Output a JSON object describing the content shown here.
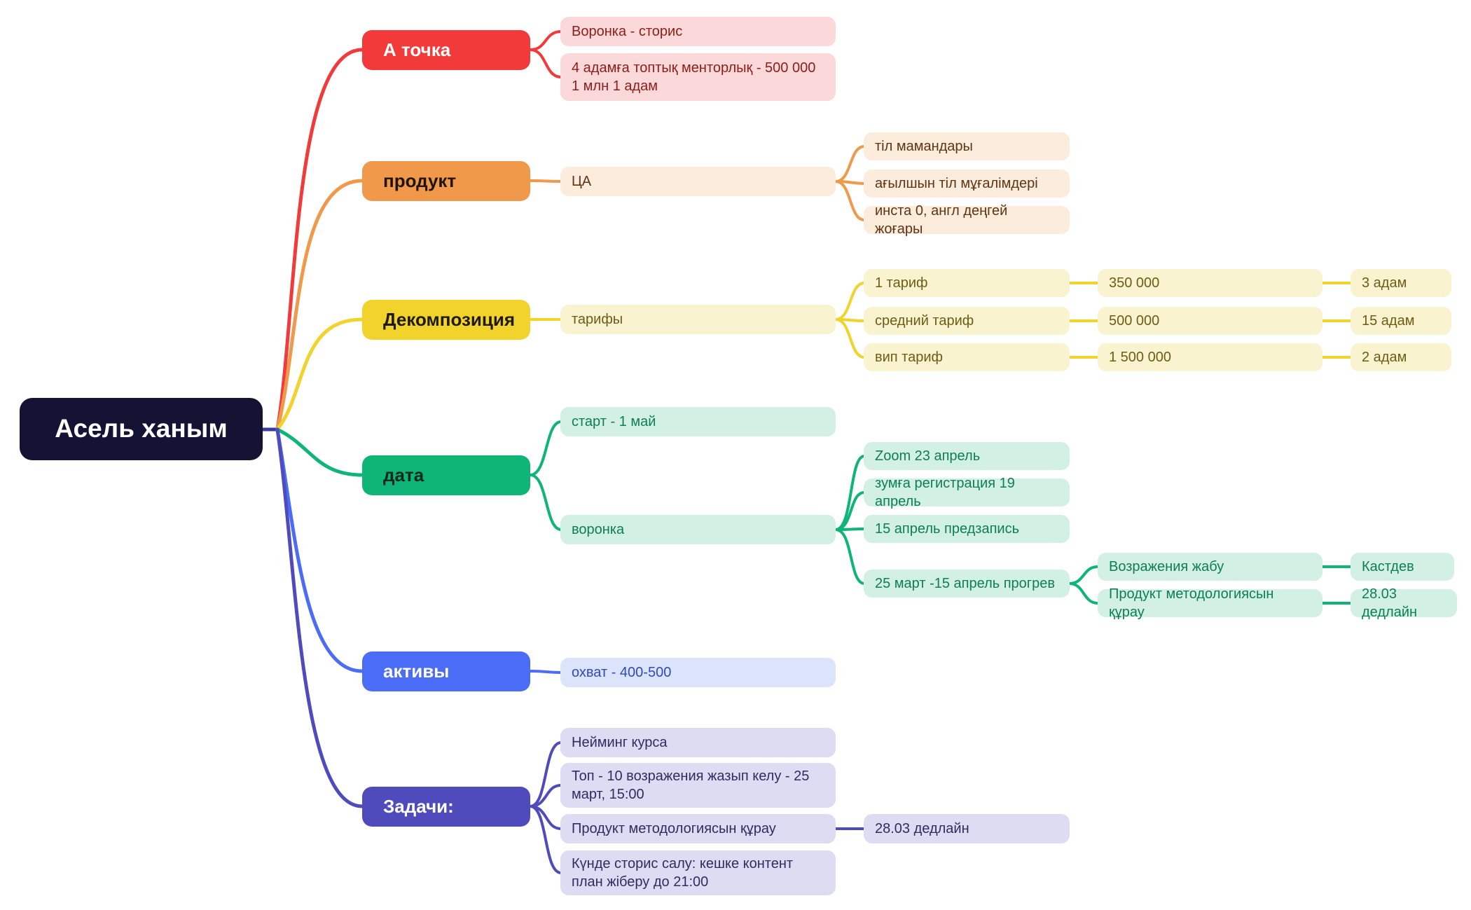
{
  "root": {
    "label": "Асель ханым"
  },
  "palette": {
    "root_bg": "#151333",
    "red": "#f23a3a",
    "red_light": "#fbd9da",
    "red_text": "#8f1c16",
    "orange": "#f0994a",
    "orange_light": "#fcecdc",
    "orange_text": "#5f3415",
    "yellow": "#f2d32b",
    "yellow_light": "#faf3d0",
    "yellow_text": "#6d5c13",
    "green": "#0fb577",
    "green_light": "#d3f0e4",
    "green_text": "#0e7e54",
    "blue": "#4b6cf6",
    "blue_light": "#dce4fc",
    "blue_text": "#2f49c0",
    "indigo": "#4f4bbd",
    "indigo_light": "#dddcf2",
    "indigo_text": "#2d2d62"
  },
  "branches": [
    {
      "label": "А точка",
      "color": "#f23a3a",
      "children": [
        {
          "label": "Воронка - сторис"
        },
        {
          "label": "4 адамға топтық менторлық - 500 000\n1 млн 1 адам"
        }
      ]
    },
    {
      "label": "продукт",
      "color": "#f0994a",
      "children": [
        {
          "label": "ЦА",
          "children": [
            {
              "label": "тіл мамандары"
            },
            {
              "label": "ағылшын тіл мұғалімдері"
            },
            {
              "label": "инста 0, англ деңгей жоғары"
            }
          ]
        }
      ]
    },
    {
      "label": "Декомпозиция",
      "color": "#f2d32b",
      "children": [
        {
          "label": "тарифы",
          "children": [
            {
              "label": "1 тариф",
              "children": [
                {
                  "label": "350 000",
                  "children": [
                    {
                      "label": "3 адам"
                    }
                  ]
                }
              ]
            },
            {
              "label": "средний тариф",
              "children": [
                {
                  "label": "500 000",
                  "children": [
                    {
                      "label": "15 адам"
                    }
                  ]
                }
              ]
            },
            {
              "label": "вип тариф",
              "children": [
                {
                  "label": "1 500 000",
                  "children": [
                    {
                      "label": "2 адам"
                    }
                  ]
                }
              ]
            }
          ]
        }
      ]
    },
    {
      "label": "дата",
      "color": "#0fb577",
      "children": [
        {
          "label": "старт - 1 май"
        },
        {
          "label": "воронка",
          "children": [
            {
              "label": "Zoom 23 апрель"
            },
            {
              "label": "зумға регистрация 19 апрель"
            },
            {
              "label": "15 апрель предзапись"
            },
            {
              "label": "25 март -15 апрель прогрев",
              "children": [
                {
                  "label": "Возражения жабу",
                  "children": [
                    {
                      "label": "Кастдев"
                    }
                  ]
                },
                {
                  "label": "Продукт методологиясын құрау",
                  "children": [
                    {
                      "label": "28.03 дедлайн"
                    }
                  ]
                }
              ]
            }
          ]
        }
      ]
    },
    {
      "label": "активы",
      "color": "#4b6cf6",
      "children": [
        {
          "label": "охват - 400-500"
        }
      ]
    },
    {
      "label": "Задачи:",
      "color": "#4f4bbd",
      "children": [
        {
          "label": "Нейминг курса"
        },
        {
          "label": "Топ - 10 возражения жазып келу - 25 март, 15:00"
        },
        {
          "label": "Продукт методологиясын құрау",
          "children": [
            {
              "label": "28.03 дедлайн"
            }
          ]
        },
        {
          "label": "Күнде сторис салу: кешке контент план жіберу до 21:00"
        }
      ]
    }
  ]
}
